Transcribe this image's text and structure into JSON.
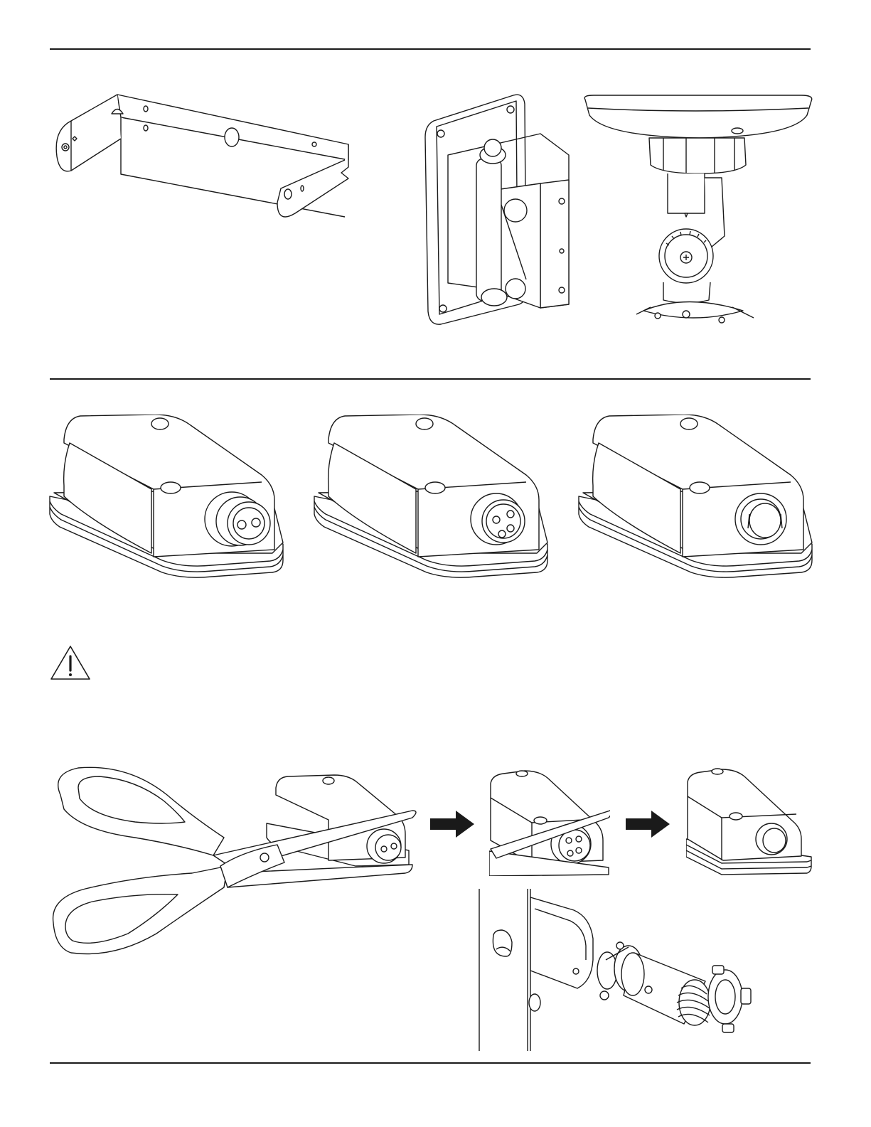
{
  "colors": {
    "ink": "#1a1a1a",
    "paper": "#ffffff"
  },
  "sections": [
    {
      "name": "mounting-brackets",
      "items": [
        "u-bracket",
        "wall-mount-swivel",
        "ceiling-mount-swivel"
      ]
    },
    {
      "name": "junction-box-variants",
      "items": [
        "two-pin-plug",
        "four-pin-plug",
        "open-conduit-port"
      ]
    },
    {
      "name": "warning",
      "icon": "warning-triangle-icon"
    },
    {
      "name": "conduit-steps",
      "items": [
        "cut-plug-with-scissors",
        "removing-cap",
        "open-port",
        "conduit-attached-through-wall"
      ]
    }
  ],
  "icons": {
    "arrow": "right-arrow-icon",
    "warning": "warning-triangle-icon"
  }
}
